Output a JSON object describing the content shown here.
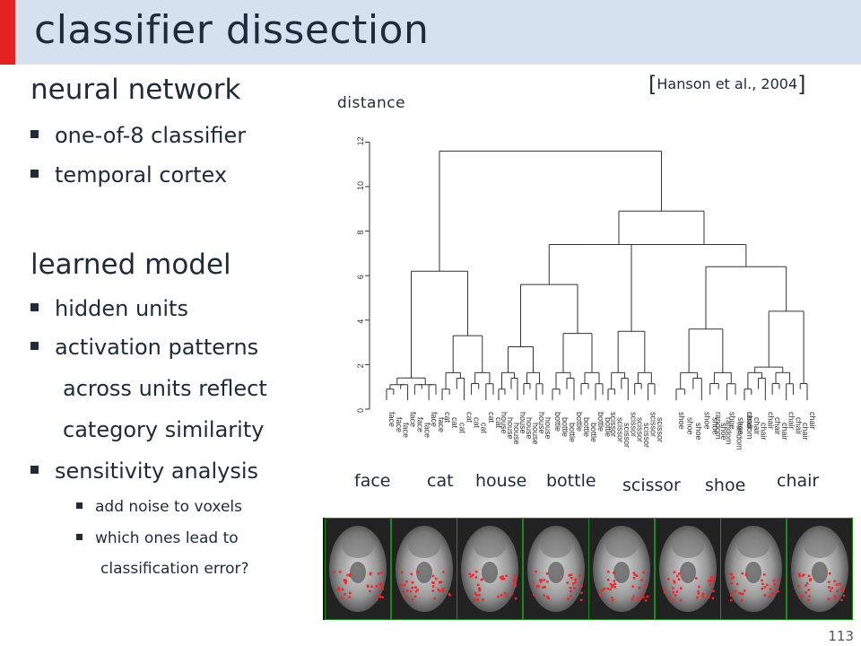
{
  "slide": {
    "title": "classifier dissection",
    "page_number": "113"
  },
  "left": {
    "heading1": "neural network",
    "bullets1": [
      "one-of-8 classifier",
      "temporal cortex"
    ],
    "heading2": "learned model",
    "bullet_hidden": "hidden units",
    "bullet_activation": [
      "activation patterns",
      "across units reflect",
      "category similarity"
    ],
    "bullet_sensitivity": "sensitivity analysis",
    "sub1": "add noise to voxels",
    "sub2": [
      "which ones lead to",
      "classification error?"
    ]
  },
  "figure": {
    "citation_open": "[",
    "citation_text": "Hanson et al., 2004",
    "citation_close": "]",
    "axis_label": "distance",
    "y_ticks": [
      "0",
      "2",
      "4",
      "6",
      "8",
      "10",
      "12"
    ],
    "categories": [
      "face",
      "cat",
      "house",
      "bottle",
      "scissor",
      "shoe",
      "chair"
    ],
    "leaf_label_text": [
      "face",
      "cat",
      "house",
      "bottle",
      "scissor",
      "shoe",
      "random",
      "chair"
    ],
    "merge_heights": {
      "face": 1.4,
      "cat": 3.3,
      "face_cat": 6.2,
      "house": 2.8,
      "bottle": 3.4,
      "house_bottle": 5.6,
      "scissor": 3.5,
      "house_bottle_scissor": 7.4,
      "shoe": 3.6,
      "chair": 4.4,
      "shoe_chair": 6.4,
      "right_group": 7.4,
      "noncat_group": 8.9,
      "root": 11.6
    },
    "brain_panels": 8,
    "colors": {
      "accent": "#e32222",
      "title_bar": "#d6e1ef",
      "voxel": "#ff2020",
      "panel_border": "#1e8a1e"
    }
  }
}
